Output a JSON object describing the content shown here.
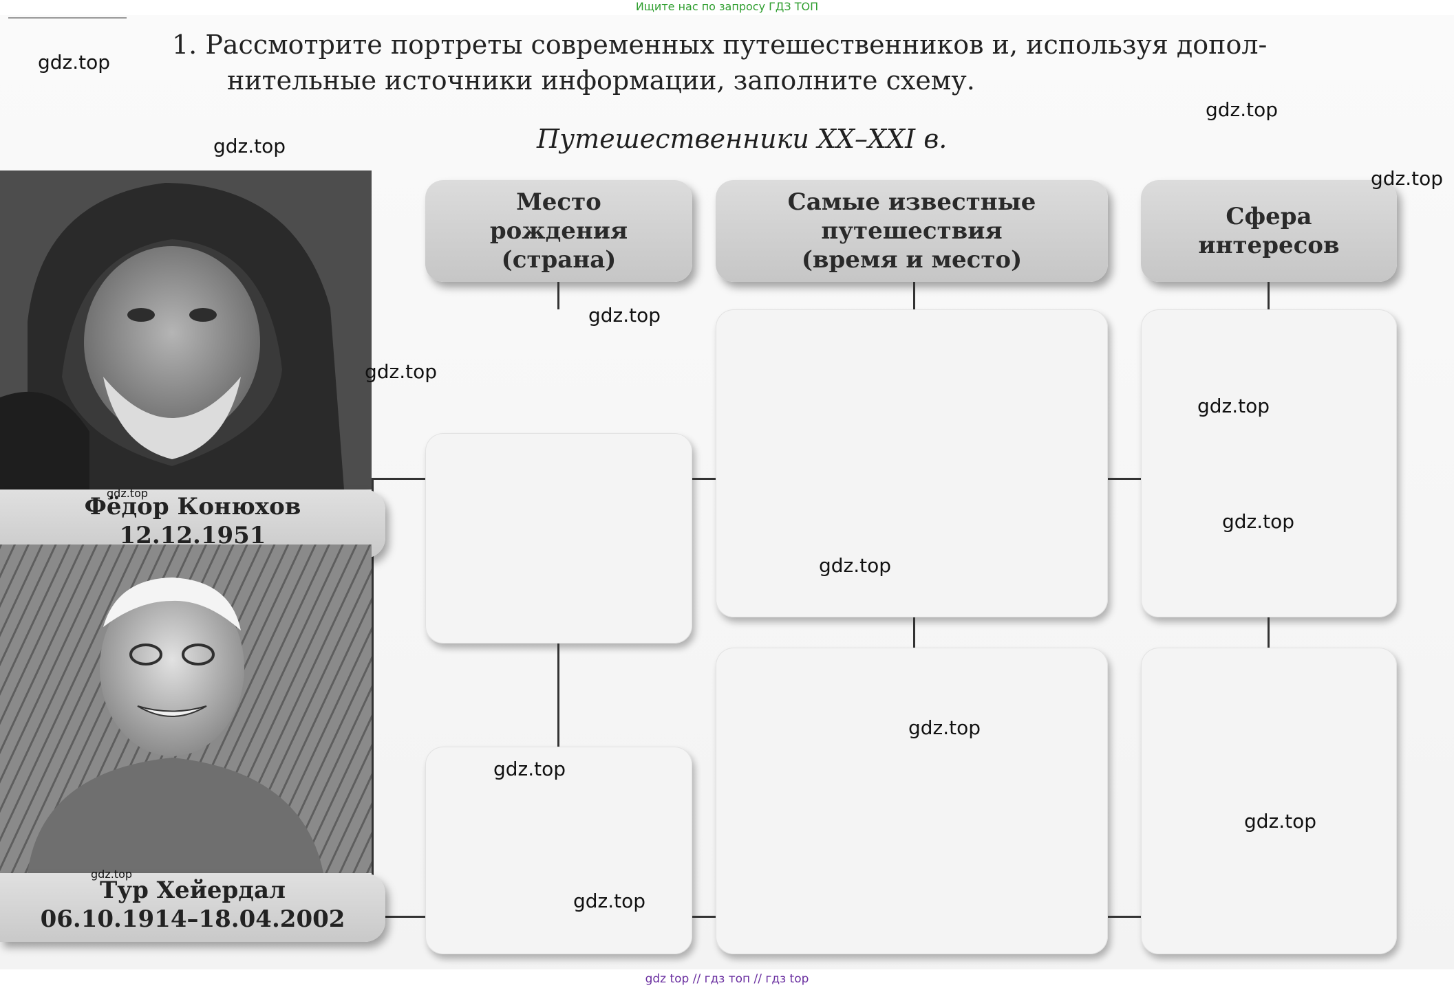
{
  "top_banner": "Ищите нас по запросу ГДЗ ТОП",
  "task": {
    "line1": "1. Рассмотрите портреты современных путешественников и, используя допол-",
    "line2": "нительные источники информации, заполните схему."
  },
  "scheme_title": "Путешественники XX–XXI в.",
  "headers": {
    "birthplace": [
      "Место",
      "рождения",
      "(страна)"
    ],
    "journeys": [
      "Самые известные",
      "путешествия",
      "(время и место)"
    ],
    "interests": [
      "Сфера",
      "интересов"
    ]
  },
  "travellers": [
    {
      "name": "Фёдор Конюхов",
      "dates": "12.12.1951"
    },
    {
      "name": "Тур Хейердал",
      "dates": "06.10.1914–18.04.2002"
    }
  ],
  "watermarks": {
    "large": "gdz.top",
    "small": "gdz.top"
  },
  "bottom_banner": "gdz top // гдз топ // гдз top",
  "colors": {
    "banner_green": "#2f9e2f",
    "banner_purple": "#6a2fa0",
    "header_grey": "#cfcfcf"
  },
  "icons": [
    "portrait-konyukhov",
    "portrait-heyerdahl"
  ]
}
